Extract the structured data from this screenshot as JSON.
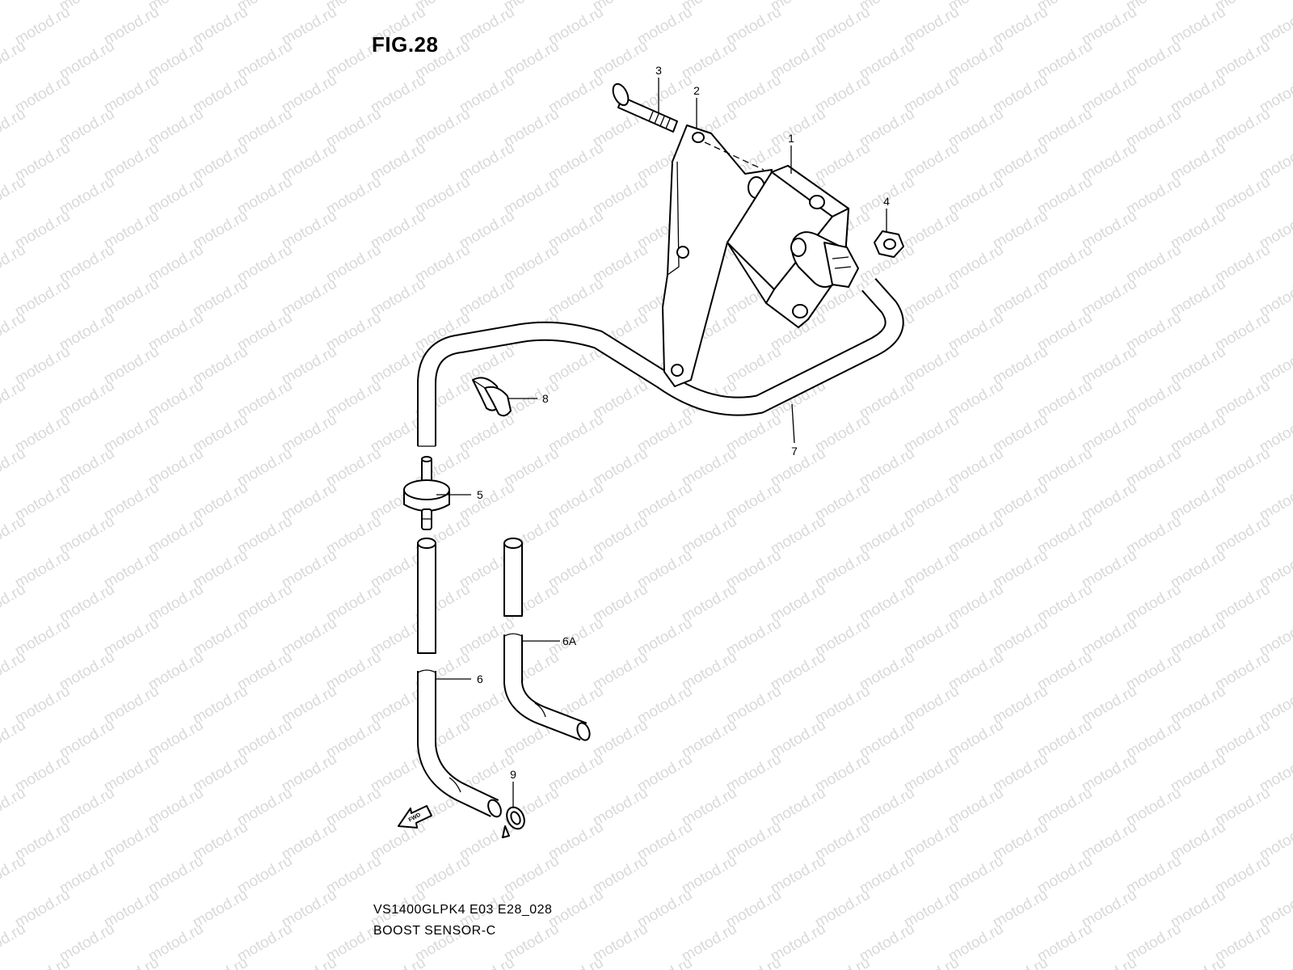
{
  "figure": {
    "title": "FIG.28",
    "code": "VS1400GLPK4 E03 E28_028",
    "name": "BOOST SENSOR-C"
  },
  "watermark": {
    "text": "motod.ru"
  },
  "fwd_label": "FWD",
  "part_labels": {
    "p1": "1",
    "p2": "2",
    "p3": "3",
    "p4": "4",
    "p5": "5",
    "p6": "6",
    "p6a": "6A",
    "p7": "7",
    "p8": "8",
    "p9": "9"
  }
}
